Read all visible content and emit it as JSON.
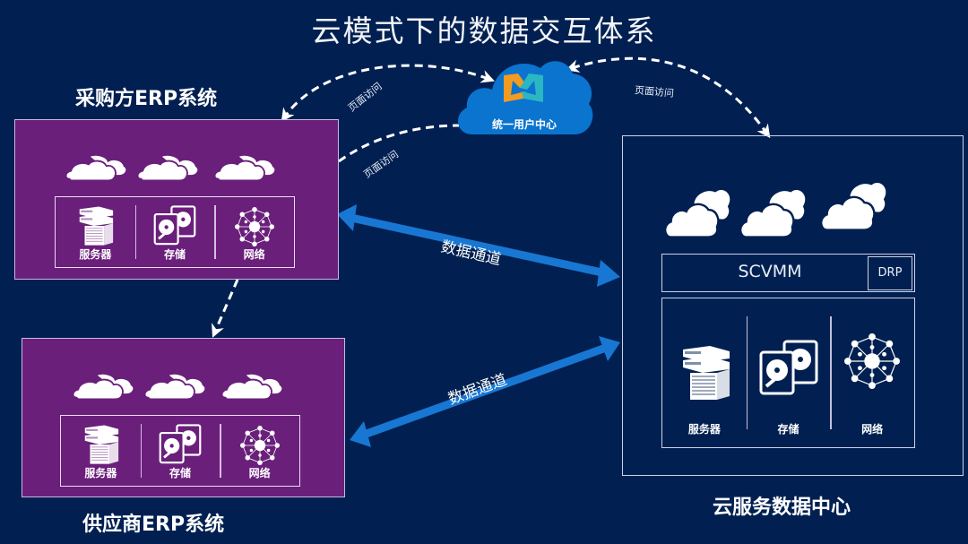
{
  "title": "云模式下的数据交互体系",
  "colors": {
    "background": "#012051",
    "erp_box": "#6a1f7b",
    "channel_arrow": "#1877d2",
    "cloud_center": "#0a74cf",
    "logo_orange": "#f29a22",
    "logo_teal": "#2bb6c3"
  },
  "purchaser": {
    "label": "采购方ERP系统",
    "resources": [
      {
        "icon": "server-icon",
        "label": "服务器"
      },
      {
        "icon": "storage-icon",
        "label": "存储"
      },
      {
        "icon": "network-icon",
        "label": "网络"
      }
    ]
  },
  "supplier": {
    "label": "供应商ERP系统",
    "resources": [
      {
        "icon": "server-icon",
        "label": "服务器"
      },
      {
        "icon": "storage-icon",
        "label": "存储"
      },
      {
        "icon": "network-icon",
        "label": "网络"
      }
    ]
  },
  "user_center": {
    "label": "统一用户中心"
  },
  "data_center": {
    "label": "云服务数据中心",
    "management": "SCVMM",
    "drp": "DRP",
    "resources": [
      {
        "icon": "server-icon",
        "label": "服务器"
      },
      {
        "icon": "storage-icon",
        "label": "存储"
      },
      {
        "icon": "network-icon",
        "label": "网络"
      }
    ]
  },
  "connections": {
    "page_access_1": "页面访问",
    "page_access_2": "页面访问",
    "page_access_3": "页面访问",
    "data_channel_1": "数据通道",
    "data_channel_2": "数据通道"
  }
}
